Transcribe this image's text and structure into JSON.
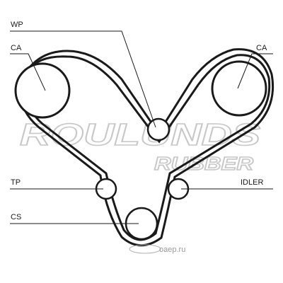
{
  "labels": {
    "wp": "WP",
    "ca_left": "CA",
    "ca_right": "CA",
    "tp": "TP",
    "idler": "IDLER",
    "cs": "CS"
  },
  "watermark": {
    "brand_line1": "ROULUNDS",
    "brand_line2": "RUBBER",
    "site": "oaep.ru"
  },
  "colors": {
    "belt": "#1a1a1a",
    "watermark": "#c8c8c8",
    "background": "#ffffff"
  }
}
